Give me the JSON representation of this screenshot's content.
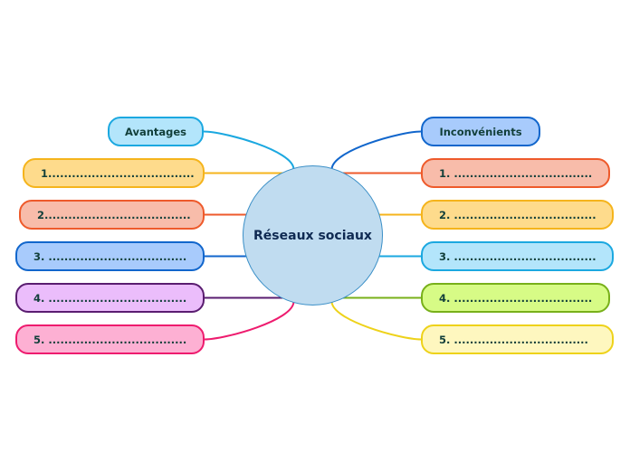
{
  "center": {
    "label": "Réseaux sociaux",
    "fill": "#c0dcf0",
    "border": "#3a8fc7"
  },
  "left": {
    "header": {
      "label": "Avantages",
      "fill": "#b3e5fb",
      "border": "#1ba8e0"
    },
    "items": [
      {
        "label": "1.....................................",
        "fill": "#fedb8c",
        "border": "#f5b41c"
      },
      {
        "label": "2.....................................",
        "fill": "#f8bcaa",
        "border": "#ee5a2b"
      },
      {
        "label": "3. ...................................",
        "fill": "#a8cbfc",
        "border": "#1166cc"
      },
      {
        "label": "4. ...................................",
        "fill": "#ebbdfb",
        "border": "#5a1d70"
      },
      {
        "label": "5. ...................................",
        "fill": "#fdb0d3",
        "border": "#ee1b6e"
      }
    ]
  },
  "right": {
    "header": {
      "label": "Inconvénients",
      "fill": "#a8cbfc",
      "border": "#1166cc"
    },
    "items": [
      {
        "label": "1. ...................................",
        "fill": "#f8bcaa",
        "border": "#ee5a2b"
      },
      {
        "label": "2. ....................................",
        "fill": "#fedb8c",
        "border": "#f5b41c"
      },
      {
        "label": "3. ....................................",
        "fill": "#b3e5fb",
        "border": "#1ba8e0"
      },
      {
        "label": "4. ...................................",
        "fill": "#d7fb86",
        "border": "#78b01a"
      },
      {
        "label": "5.  ..................................",
        "fill": "#fef7bf",
        "border": "#eed21a"
      }
    ]
  }
}
